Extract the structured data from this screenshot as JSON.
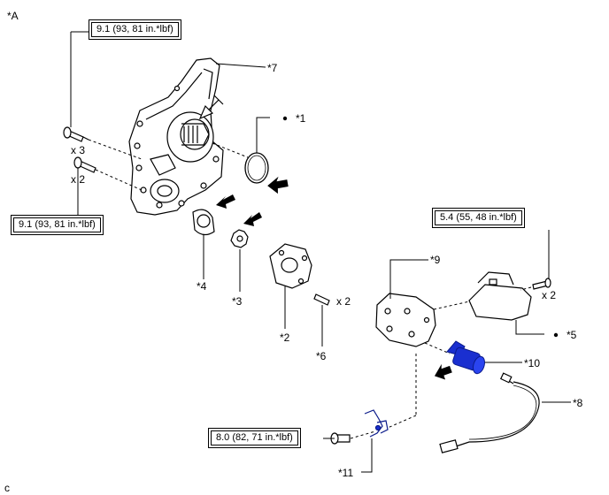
{
  "view_label": "*A",
  "footer_code": "c",
  "torque_specs": [
    {
      "id": "t1",
      "text": "9.1 (93, 81 in.*lbf)"
    },
    {
      "id": "t2",
      "text": "9.1 (93, 81 in.*lbf)"
    },
    {
      "id": "t3",
      "text": "5.4 (55, 48 in.*lbf)"
    },
    {
      "id": "t4",
      "text": "8.0 (82, 71 in.*lbf)"
    }
  ],
  "part_labels": {
    "p1": "*1",
    "p2": "*2",
    "p3": "*3",
    "p4": "*4",
    "p5": "*5",
    "p6": "*6",
    "p7": "*7",
    "p8": "*8",
    "p9": "*9",
    "p10": "*10",
    "p11": "*11"
  },
  "quantities": {
    "bolts_upper": "x 3",
    "bolts_lower": "x 2",
    "pins": "x 2",
    "screws_right": "x 2"
  },
  "colors": {
    "line": "#000000",
    "highlight_part": "#1a2fd0",
    "arrow": "#000000"
  }
}
